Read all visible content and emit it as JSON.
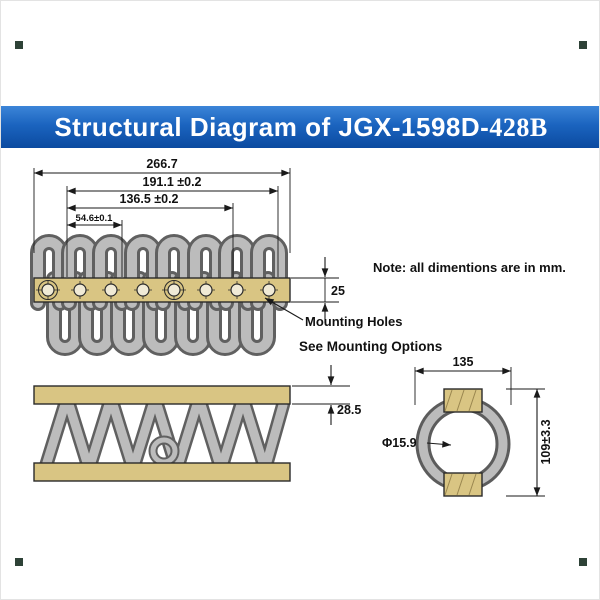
{
  "banner": {
    "title_main": "Structural Diagram of JGX-1598D-",
    "title_suffix": "428B"
  },
  "note": "Note: all dimentions are in mm.",
  "front_view": {
    "dim_overall_length": "266.7",
    "dim_span_outer": "191.1 ±0.2",
    "dim_span_mid": "136.5 ±0.2",
    "dim_span_small": "54.6±0.1",
    "dim_bar_height": "25",
    "mounting_holes_label": "Mounting Holes",
    "mounting_options_label": "See Mounting Options"
  },
  "top_view": {
    "dim_bar_width": "28.5"
  },
  "end_view": {
    "dim_width": "135",
    "dim_wire_diameter": "Φ15.9",
    "dim_height": "109±3.3"
  },
  "colors": {
    "banner_blue": "#1b64bf",
    "clamp_tan": "#d9c583",
    "wire_gray": "#bcbcbc",
    "wire_outline": "#606060"
  }
}
